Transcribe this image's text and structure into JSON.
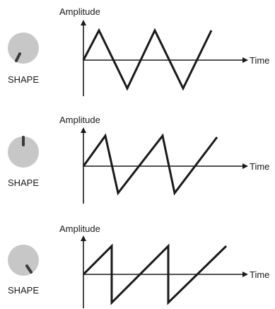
{
  "panels": [
    {
      "knob_label": "SHAPE",
      "y_axis_label": "Amplitude",
      "x_axis_label": "Time",
      "knob_setting": "min",
      "waveform": "triangle"
    },
    {
      "knob_label": "SHAPE",
      "y_axis_label": "Amplitude",
      "x_axis_label": "Time",
      "knob_setting": "center",
      "waveform": "asymmetric-triangle"
    },
    {
      "knob_label": "SHAPE",
      "y_axis_label": "Amplitude",
      "x_axis_label": "Time",
      "knob_setting": "max",
      "waveform": "sawtooth"
    }
  ],
  "colors": {
    "knob_face": "#c7c7c7",
    "knob_pointer": "#3a3a3a",
    "line": "#1a1a1a"
  }
}
